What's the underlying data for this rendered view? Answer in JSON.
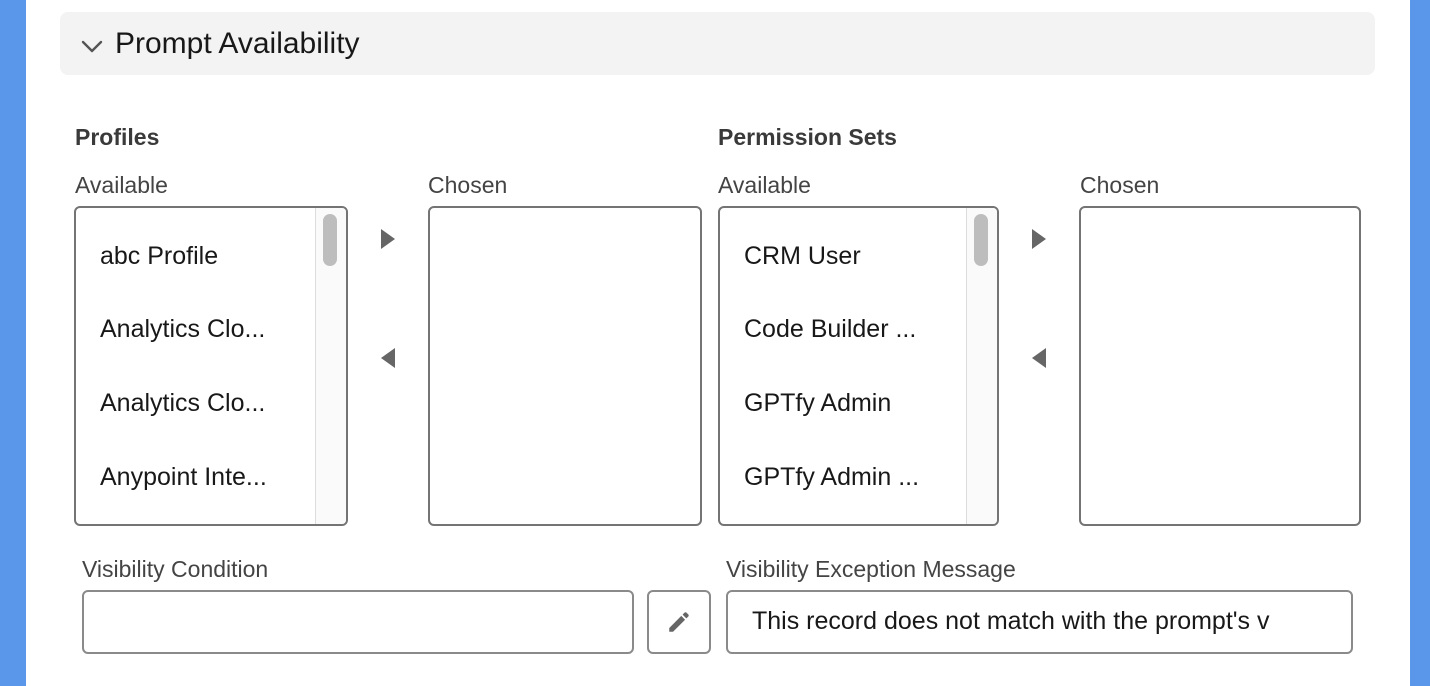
{
  "section": {
    "title": "Prompt Availability"
  },
  "profiles": {
    "title": "Profiles",
    "available_label": "Available",
    "chosen_label": "Chosen",
    "available_items": [
      "abc Profile",
      "Analytics Clo...",
      "Analytics Clo...",
      "Anypoint Inte..."
    ]
  },
  "permission_sets": {
    "title": "Permission Sets",
    "available_label": "Available",
    "chosen_label": "Chosen",
    "available_items": [
      "CRM User",
      "Code Builder ...",
      "GPTfy Admin",
      "GPTfy Admin ..."
    ]
  },
  "visibility_condition": {
    "label": "Visibility Condition",
    "value": ""
  },
  "visibility_exception": {
    "label": "Visibility Exception Message",
    "value": "This record does not match with the prompt's v"
  },
  "icons": {
    "collapse": "chevron-down-icon",
    "move_right": "triangle-right-icon",
    "move_left": "triangle-left-icon",
    "edit": "pencil-icon"
  }
}
